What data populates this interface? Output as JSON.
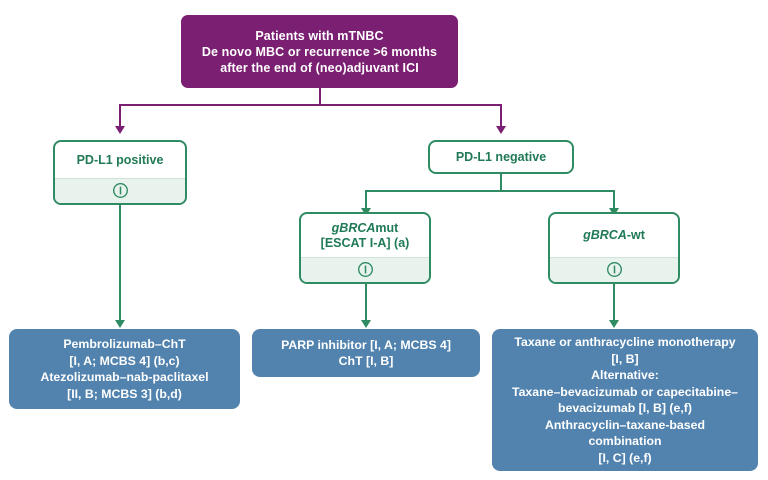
{
  "diagram": {
    "title": "mTNBC first-line treatment algorithm",
    "colors": {
      "root": "#7B1F72",
      "decision_border": "#2E8B62",
      "decision_text": "#1F7A55",
      "decision_info_bg": "#E9F3EE",
      "treatment_bg": "#5283AE",
      "treatment_text": "#FFFFFF"
    }
  },
  "root": {
    "line1": "Patients with mTNBC",
    "line2": "De novo MBC or recurrence >6 months",
    "line3": "after the end of (neo)adjuvant ICI"
  },
  "decisions": {
    "pdl1_positive": {
      "label": "PD-L1 positive",
      "info_icon": "info-circle-icon"
    },
    "pdl1_negative": {
      "label": "PD-L1 negative"
    },
    "gbrca_mut": {
      "label_italic": "gBRCA",
      "label_plain": "mut",
      "line2": "[ESCAT I-A] (a)",
      "info_icon": "info-circle-icon"
    },
    "gbrca_wt": {
      "label_italic": "gBRCA",
      "label_plain": "-wt",
      "info_icon": "info-circle-icon"
    }
  },
  "treatments": {
    "pdl1_positive_tx": {
      "line1": "Pembrolizumab–ChT",
      "line2": "[I, A; MCBS 4] (b,c)",
      "line3": "Atezolizumab–nab-paclitaxel",
      "line4": "[II, B; MCBS 3] (b,d)"
    },
    "gbrca_mut_tx": {
      "line1": "PARP inhibitor [I, A; MCBS 4]",
      "line2": "ChT [I, B]"
    },
    "gbrca_wt_tx": {
      "line1": "Taxane or anthracycline monotherapy",
      "line2": "[I, B]",
      "line3": "Alternative:",
      "line4": "Taxane–bevacizumab or capecitabine–",
      "line5": "bevacizumab [I, B] (e,f)",
      "line6": "Anthracyclin–taxane-based",
      "line7": "combination",
      "line8": "[I, C] (e,f)"
    }
  }
}
